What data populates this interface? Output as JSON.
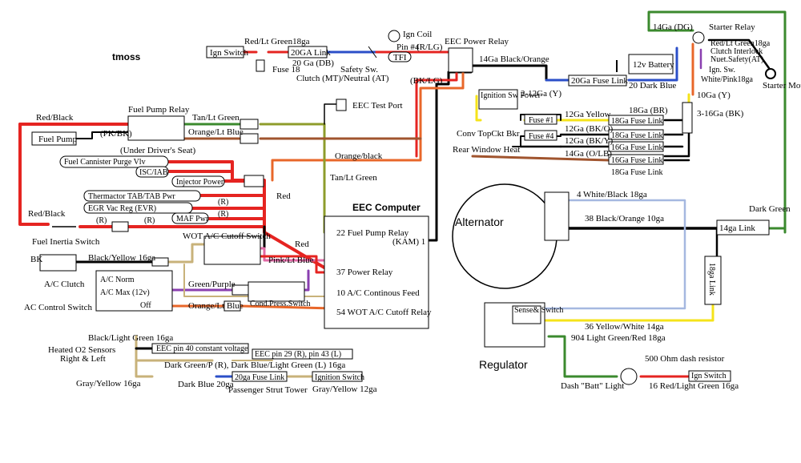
{
  "author": "tmoss",
  "top": {
    "ign_switch": "Ign Switch",
    "red_lt_green_18": "Red/Lt Green18ga",
    "link_20ga": "20GA Link",
    "ga20_db": "20 Ga (DB)",
    "fuse18": "Fuse 18",
    "safety_sw": "Safety Sw.",
    "clutch_neutral": "Clutch (MT)/Neutral (AT)",
    "ign_coil": "Ign Coil",
    "r_lg": "(R/LG)",
    "pin4": "Pin #4",
    "tfi": "TFI",
    "bk_lg": "(BK/LG)",
    "eec_power_relay": "EEC Power Relay",
    "ga14_black_orange": "14Ga Black/Orange",
    "fuse_link_20ga": "20Ga Fuse Link",
    "dark_blue_20": "20 Dark Blue"
  },
  "starter": {
    "ga14_dg": "14Ga (DG)",
    "starter_relay": "Starter Relay",
    "red_lt_green_18ga": "Red/Lt Green18ga",
    "clutch_interlock": "Clutch Interlock",
    "nuet_safety": "Nuet.Safety(AT)",
    "ign_sw": "Ign. Sw.",
    "white_pink": "White/Pink18ga",
    "battery": "12v Battery",
    "starter_motor": "Starter Motor",
    "ga10_y": "10Ga (Y)",
    "ga16_bk": "3-16Ga (BK)"
  },
  "fuses": {
    "ignition_sw_power": "Ignition Sw Power",
    "ga12_y": "2-12Ga (Y)",
    "fuse1": "Fuse #1",
    "fuse4": "Fuse #4",
    "conv_top_ckt_bkr": "Conv TopCkt Bkr",
    "rear_window_heat": "Rear Window Heat",
    "wires": [
      {
        "label": "12Ga Yellow",
        "link": "18Ga (BR)",
        "box": "18Ga Fuse Link"
      },
      {
        "label": "12Ga (BK/O)",
        "link": "",
        "box": "18Ga Fuse Link"
      },
      {
        "label": "12Ga (BK/Y)",
        "link": "",
        "box": "16Ga Fuse Link"
      },
      {
        "label": "",
        "link": "",
        "box": "16Ga Fuse Link"
      },
      {
        "label": "14Ga (O/LB)",
        "link": "",
        "box": "18Ga Fuse Link"
      }
    ]
  },
  "fuel": {
    "red_black": "Red/Black",
    "fuel_pump_relay": "Fuel Pump Relay",
    "tan_lt_green": "Tan/Lt Green",
    "eec_test_port": "EEC Test Port",
    "pk_bk": "(PK/BK)",
    "orange_lt_blue": "Orange/Lt Blue",
    "fuel_pump": "Fuel Pump",
    "under_seat": "(Under Driver's Seat)",
    "orange_black": "Orange/black",
    "tan_lt_green_2": "Tan/Lt Green",
    "purge": "Fuel Cannister Purge Vlv",
    "isc": "ISC/IAB",
    "injector": "Injector Power",
    "thermactor": "Thermactor TAB/TAB Pwr",
    "egr": "EGR Vac Reg (EVR)",
    "maf": "MAF Pwr",
    "r": "(R)",
    "red": "Red",
    "red2": "Red/Black",
    "inertia": "Fuel Inertia Switch"
  },
  "eec": {
    "title": "EEC Computer",
    "pins": [
      "22 Fuel Pump Relay",
      "37 Power Relay",
      "10 A/C Continous Feed",
      "54 WOT A/C Cutoff Relay"
    ],
    "kam": "(KAM) 1"
  },
  "ac": {
    "wot_relay": "WOT A/C Cutoff Switch",
    "red": "Red",
    "bk": "BK",
    "black_yellow": "Black/Yellow 16ga",
    "pink_lt_blue": "Pink/Lt Blue",
    "ac_clutch": "A/C Clutch",
    "ac_norm": "A/C Norm",
    "ac_max": "A/C Max (12v)",
    "off": "Off",
    "ac_control": "AC Control Switch",
    "green_purple": "Green/Purple",
    "orange_lt_blue": "Orange/Lt Blue",
    "cond_press": "Cond.Press.Switch"
  },
  "o2": {
    "black_lt_green": "Black/Light Green 16ga",
    "eec_pin40": "EEC pin 40 constant voltage",
    "eec_pin29": "EEC pin 29 (R), pin 43 (L)",
    "heated": "Heated O2 Sensors",
    "right_left": "Right & Left",
    "dark_green_p": "Dark Green/P (R), Dark Blue/Light Green (L) 16ga",
    "fuse_link_20": "20ga Fuse Link",
    "ignition_switch": "Ignition Switch",
    "gray_yellow_16": "Gray/Yellow 16ga",
    "dark_blue_20": "Dark Blue 20ga",
    "passenger": "Passenger Strut Tower",
    "gray_yellow_12": "Gray/Yellow 12ga"
  },
  "alt": {
    "alternator": "Alternator",
    "white_black": "4 White/Black 18ga",
    "black_orange": "38 Black/Orange 10ga",
    "dark_green": "Dark Green",
    "link14": "14ga Link",
    "link18": "18ga Link",
    "yellow_white": "36 Yellow/White 14ga",
    "sense_switch": "Sense& Switch",
    "regulator": "Regulator",
    "light_green_red": "904 Light Green/Red 18ga",
    "resistor": "500 Ohm dash resistor",
    "ign_switch": "Ign Switch",
    "batt_light": "Dash \"Batt\" Light",
    "red_lt_green_16": "16 Red/Light Green 16ga"
  },
  "colors": {
    "red": "#e52421",
    "green": "#3b8a2e",
    "blue": "#2b4fc8",
    "yellow": "#f5e31a",
    "orange": "#e8672a",
    "tan": "#c8b27a",
    "brown": "#a0542e",
    "purple": "#8a3fb0",
    "pink": "#e06aa6",
    "olive": "#8e9c2b",
    "lightblue": "#a5b8e0"
  }
}
